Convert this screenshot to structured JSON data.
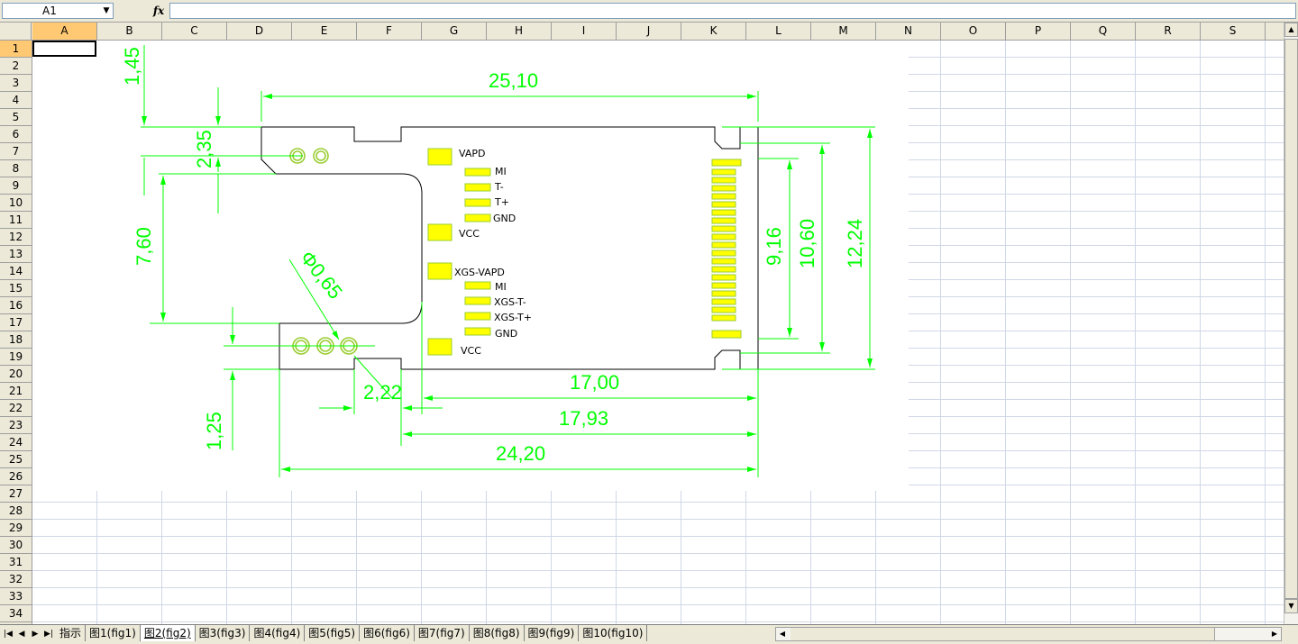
{
  "formula_bar": {
    "name_box": "A1",
    "fx": "fx",
    "formula": ""
  },
  "columns": [
    "A",
    "B",
    "C",
    "D",
    "E",
    "F",
    "G",
    "H",
    "I",
    "J",
    "K",
    "L",
    "M",
    "N",
    "O",
    "P",
    "Q",
    "R",
    "S"
  ],
  "rows": [
    "1",
    "2",
    "3",
    "4",
    "5",
    "6",
    "7",
    "8",
    "9",
    "10",
    "11",
    "12",
    "13",
    "14",
    "15",
    "16",
    "17",
    "18",
    "19",
    "20",
    "21",
    "22",
    "23",
    "24",
    "25",
    "26",
    "27",
    "28",
    "29",
    "30",
    "31",
    "32",
    "33",
    "34"
  ],
  "selected_cell": "A1",
  "drawing": {
    "dimensions": {
      "d_1_45": "1,45",
      "d_25_10": "25,10",
      "d_2_35": "2,35",
      "d_7_60": "7,60",
      "d_phi": "Φ0,65",
      "d_1_25": "1,25",
      "d_2_22": "2,22",
      "d_17_00": "17,00",
      "d_17_93": "17,93",
      "d_24_20": "24,20",
      "d_9_16": "9,16",
      "d_10_60": "10,60",
      "d_12_24": "12,24"
    },
    "pads": {
      "vapd": "VAPD",
      "mi1": "MI",
      "tminus": "T-",
      "tplus": "T+",
      "gnd1": "GND",
      "vcc1": "VCC",
      "xgs_vapd": "XGS-VAPD",
      "mi2": "MI",
      "xgs_tminus": "XGS-T-",
      "xgs_tplus": "XGS-T+",
      "gnd2": "GND",
      "vcc2": "VCC"
    },
    "colors": {
      "dimension": "#00ff00",
      "pad_fill": "#ffff00",
      "outline": "#000000"
    }
  },
  "sheet_tabs": [
    "指示",
    "图1(fig1)",
    "图2(fig2)",
    "图3(fig3)",
    "图4(fig4)",
    "图5(fig5)",
    "图6(fig6)",
    "图7(fig7)",
    "图8(fig8)",
    "图9(fig9)",
    "图10(fig10)"
  ],
  "active_tab_index": 2
}
